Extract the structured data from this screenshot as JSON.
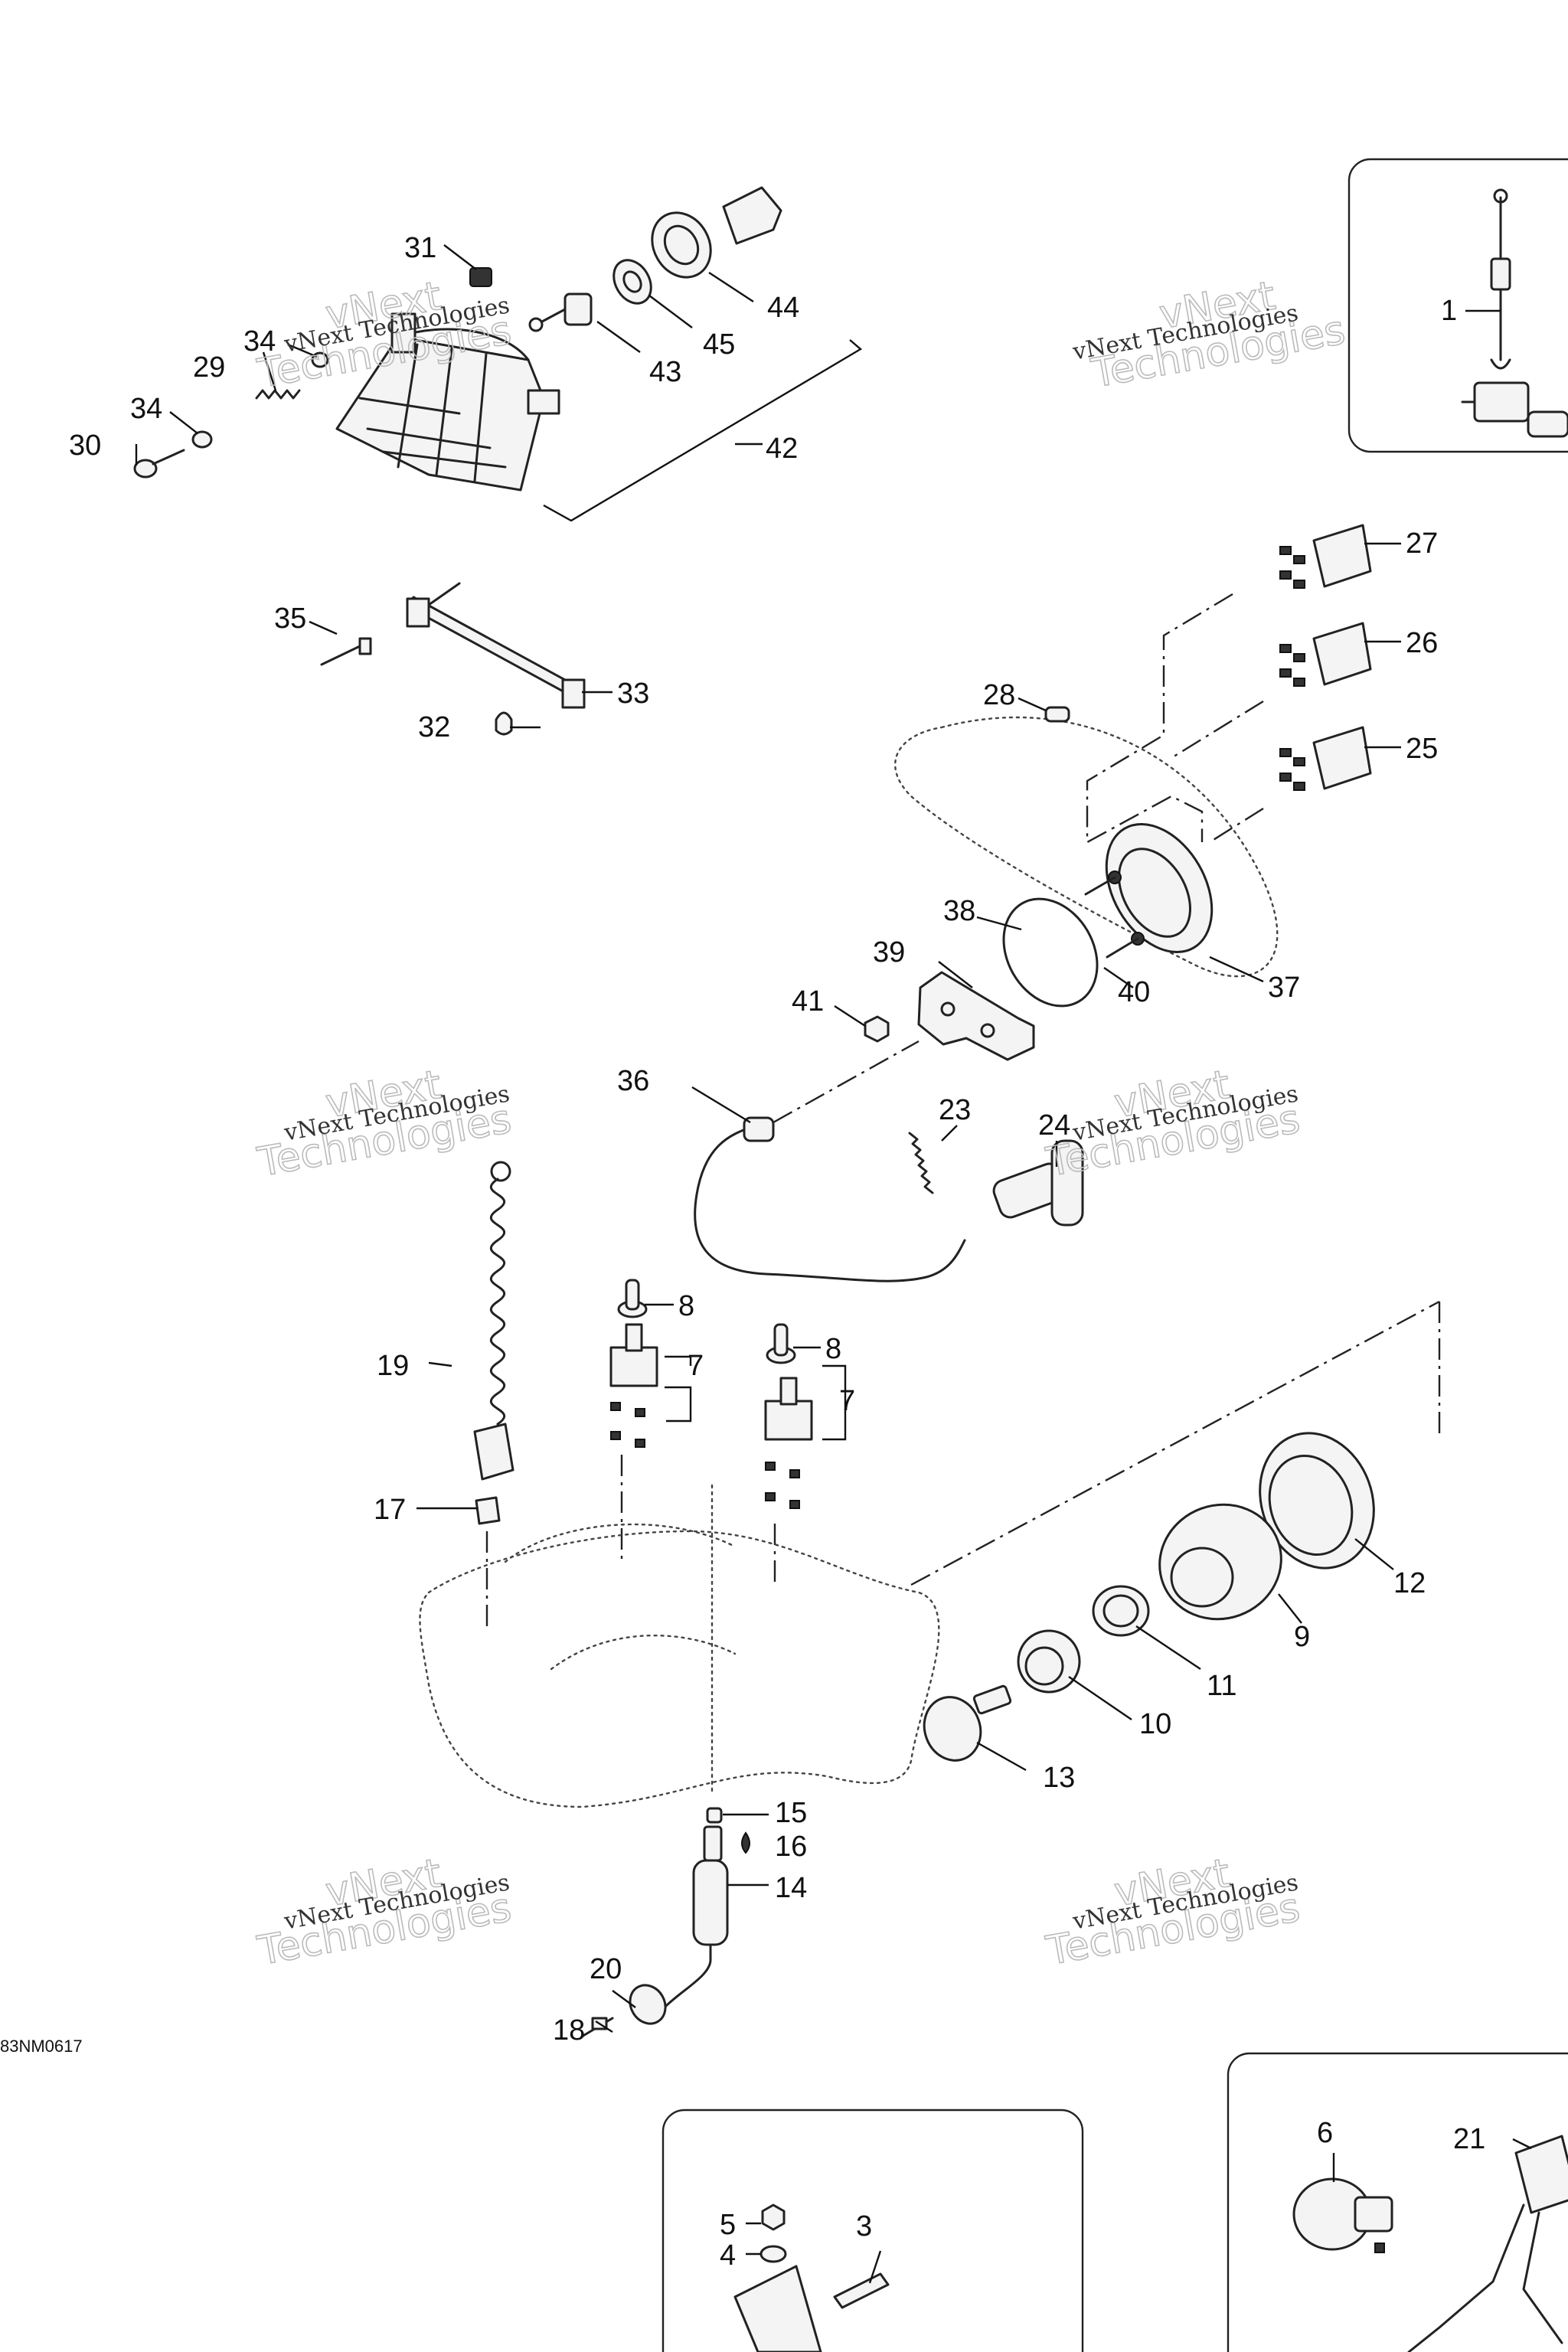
{
  "figure": {
    "code": "83NM0617",
    "watermark_line1": "vNext Technologies",
    "watermark_line2": "Technologies",
    "watermark_line3": "vNext"
  },
  "callouts": [
    "1",
    "3",
    "4",
    "5",
    "6",
    "7",
    "7",
    "8",
    "8",
    "9",
    "10",
    "11",
    "12",
    "13",
    "14",
    "15",
    "16",
    "17",
    "18",
    "19",
    "20",
    "21",
    "23",
    "24",
    "25",
    "26",
    "27",
    "28",
    "29",
    "30",
    "31",
    "32",
    "33",
    "34",
    "34",
    "35",
    "36",
    "37",
    "38",
    "39",
    "40",
    "41",
    "42",
    "43",
    "44",
    "45"
  ]
}
